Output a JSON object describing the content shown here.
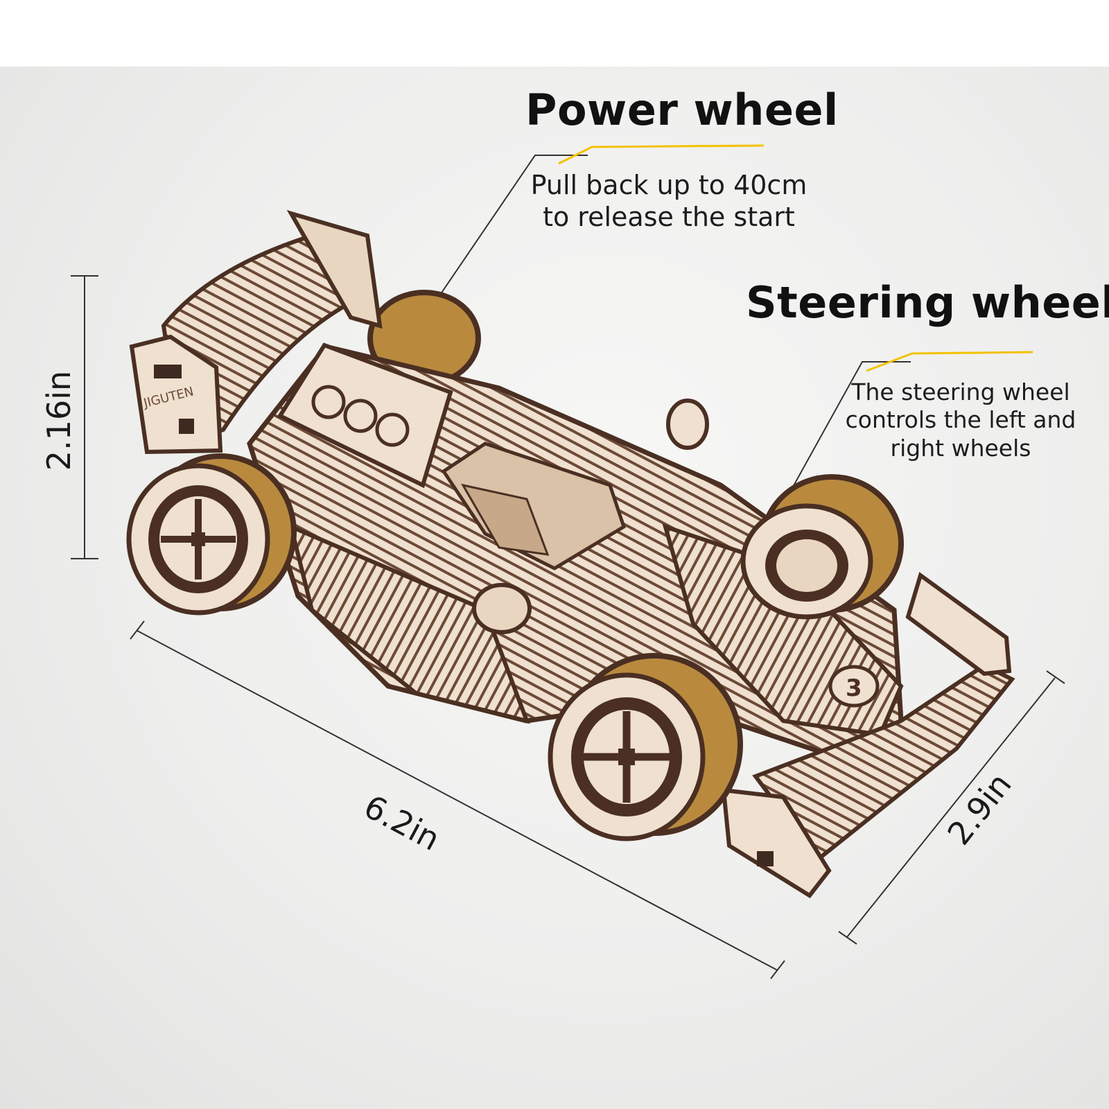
{
  "callouts": {
    "power": {
      "title": "Power wheel",
      "lines": [
        "Pull back up to 40cm",
        "to release the start"
      ]
    },
    "steering": {
      "title": "Steering wheel",
      "lines": [
        "The steering wheel",
        "controls the left and",
        "right wheels"
      ]
    }
  },
  "dimensions": {
    "height": "2.16in",
    "length": "6.2in",
    "width": "2.9in"
  },
  "car": {
    "brand_mark": "JIGUTEN",
    "number": "3"
  },
  "colors": {
    "accent_line": "#f2c200",
    "wood_light": "#efe0cf",
    "wood_dark": "#5a3a2a",
    "tire": "#b98a3e"
  }
}
